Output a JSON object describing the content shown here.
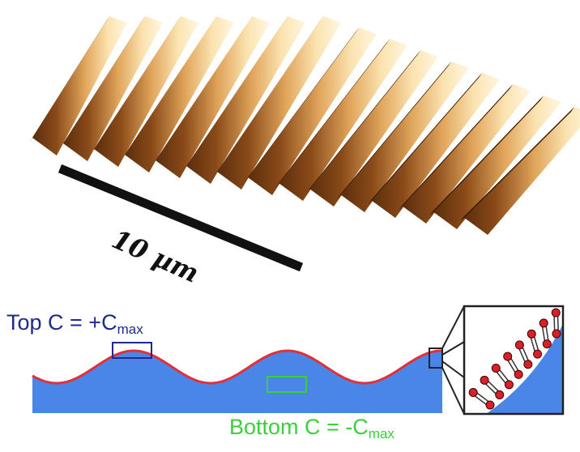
{
  "afm_image": {
    "scale_bar_label": "10 µm"
  },
  "schematic": {
    "top_label": {
      "prefix": "Top  C = +C",
      "subscript": "max"
    },
    "bottom_label": {
      "prefix": "Bottom  C = -C",
      "subscript": "max"
    }
  },
  "colors": {
    "substrate": "#4a86e8",
    "surface_line": "#e0303a",
    "top_box": "#1f2a8c",
    "bottom_box": "#3ccf3c",
    "lipid_head": "#d6202a",
    "inset_border": "#222222"
  }
}
